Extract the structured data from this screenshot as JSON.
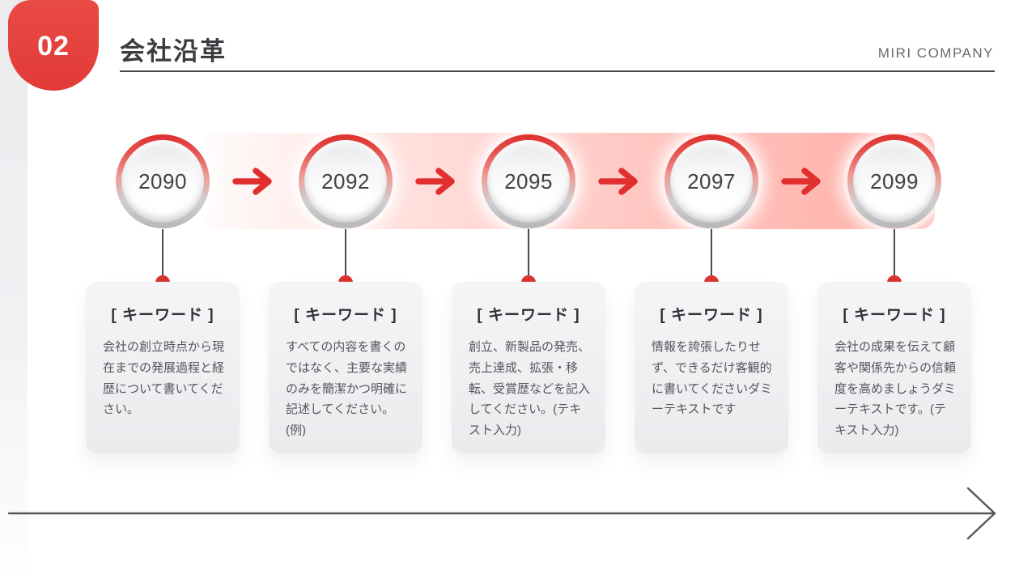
{
  "slide": {
    "badge_number": "02",
    "title": "会社沿革",
    "company": "MIRI COMPANY"
  },
  "timeline": {
    "milestones": [
      {
        "year": "2090",
        "keyword": "[ キーワード ]",
        "description": "会社の創立時点から現在までの発展過程と経歴について書いてください。"
      },
      {
        "year": "2092",
        "keyword": "[ キーワード ]",
        "description": "すべての内容を書くのではなく、主要な実績のみを簡潔かつ明確に記述してください。(例)"
      },
      {
        "year": "2095",
        "keyword": "[ キーワード ]",
        "description": "創立、新製品の発売、売上達成、拡張・移転、受賞歴などを記入してください。(テキスト入力)"
      },
      {
        "year": "2097",
        "keyword": "[ キーワード ]",
        "description": "情報を誇張したりせず、できるだけ客観的に書いてくださいダミーテキストです"
      },
      {
        "year": "2099",
        "keyword": "[ キーワード ]",
        "description": "会社の成果を伝えて顧客や関係先からの信頼度を高めましょうダミーテキストです。(テキスト入力)"
      }
    ]
  },
  "colors": {
    "accent_red": "#e23a37",
    "band_pink": "#ffaea7",
    "dot_red": "#da3431",
    "axis_gray": "#56565b",
    "text_dark": "#3b3b40",
    "text_body": "#55555b"
  },
  "icons": {
    "flow_arrow": "arrow-right",
    "axis_arrow": "long-arrow-right"
  }
}
